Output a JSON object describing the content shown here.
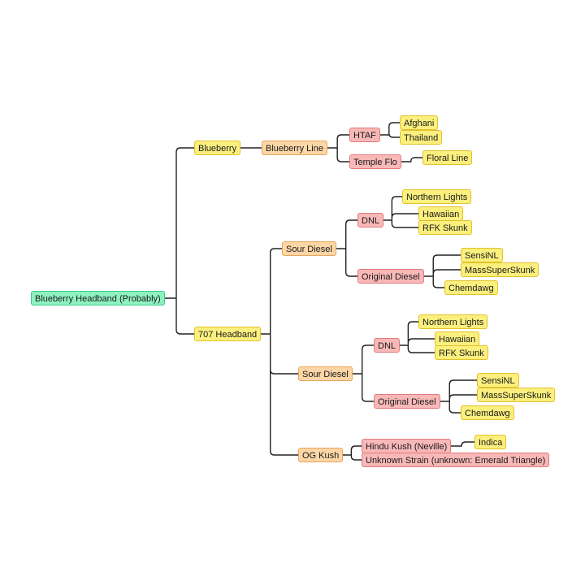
{
  "colors": {
    "root": "#8ef2c0",
    "yellow": "#fbef7e",
    "orange": "#fcd6a6",
    "red": "#f9b8b8",
    "line": "#222222"
  },
  "nodes": {
    "root": "Blueberry Headband  (Probably)",
    "blueberry": "Blueberry",
    "blueberry_line": "Blueberry Line",
    "htaf": "HTAF",
    "afghani": "Afghani",
    "thailand": "Thailand",
    "temple_flo": "Temple Flo",
    "floral_line": "Floral Line",
    "headband_707": "707 Headband",
    "sour_diesel_1": "Sour Diesel",
    "dnl_1": "DNL",
    "northern_lights_1": "Northern Lights",
    "hawaiian_1": "Hawaiian",
    "rfk_skunk_1": "RFK Skunk",
    "original_diesel_1": "Original Diesel",
    "sensinl_1": "SensiNL",
    "masssuperskunk_1": "MassSuperSkunk",
    "chemdawg_1": "Chemdawg",
    "sour_diesel_2": "Sour Diesel",
    "dnl_2": "DNL",
    "northern_lights_2": "Northern Lights",
    "hawaiian_2": "Hawaiian",
    "rfk_skunk_2": "RFK Skunk",
    "original_diesel_2": "Original Diesel",
    "sensinl_2": "SensiNL",
    "masssuperskunk_2": "MassSuperSkunk",
    "chemdawg_2": "Chemdawg",
    "og_kush": "OG Kush",
    "hindu_kush": "Hindu Kush (Neville)",
    "indica": "Indica",
    "unknown_strain": "Unknown Strain (unknown: Emerald Triangle)"
  }
}
